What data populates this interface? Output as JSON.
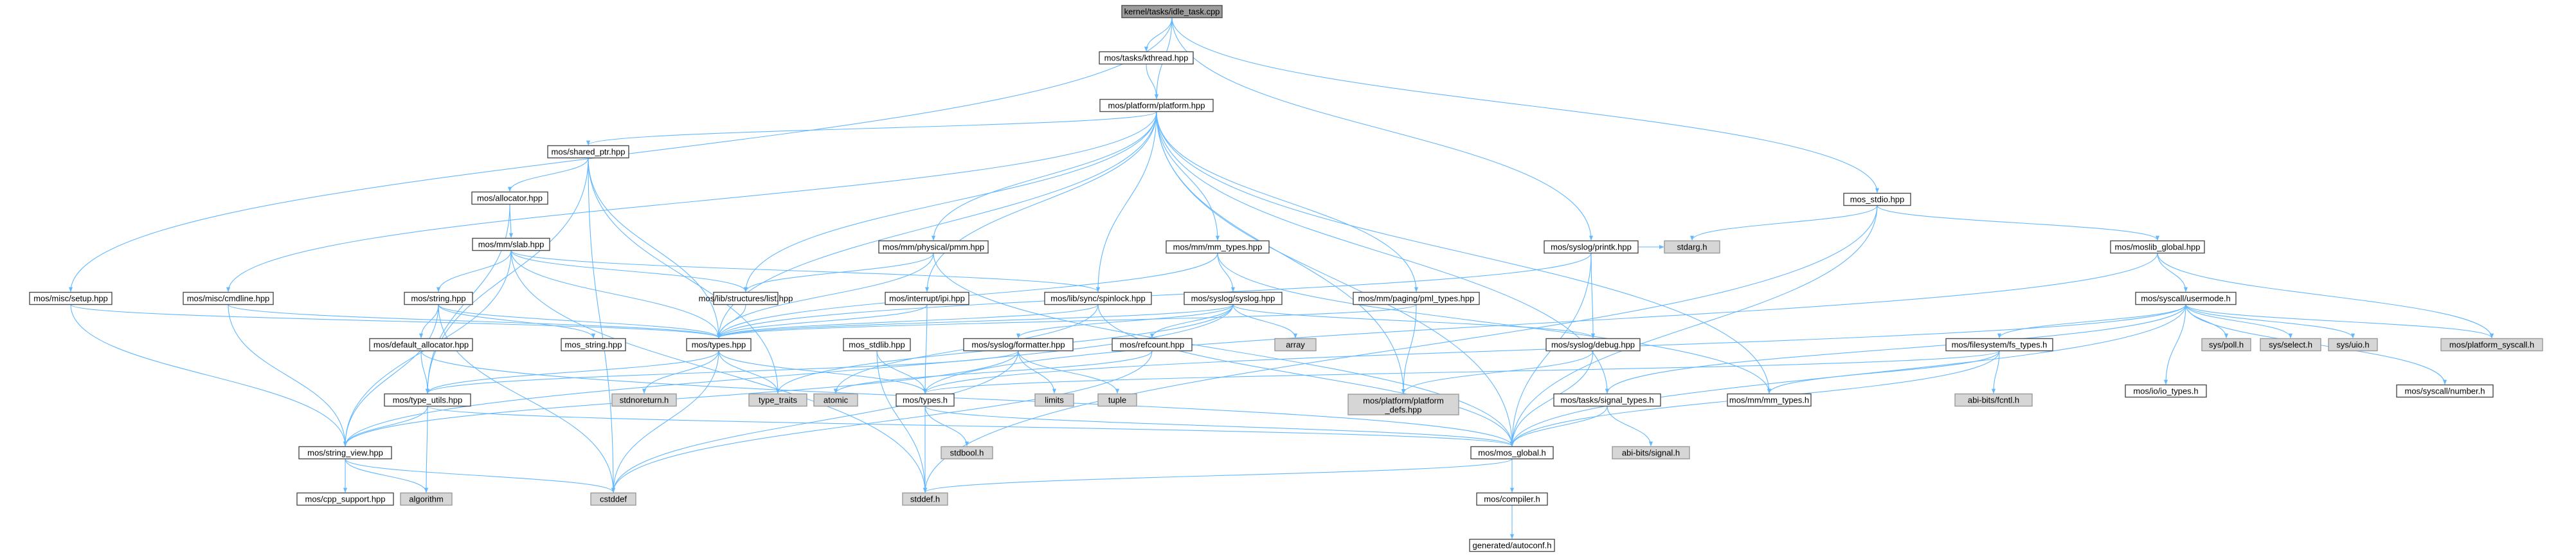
{
  "diagram": {
    "title": "",
    "nodes": [
      {
        "id": "idle_task",
        "label": "kernel/tasks/idle_task.cpp",
        "type": "root"
      },
      {
        "id": "kthread",
        "label": "mos/tasks/kthread.hpp",
        "type": "file"
      },
      {
        "id": "platform",
        "label": "mos/platform/platform.hpp",
        "type": "file"
      },
      {
        "id": "shared_ptr",
        "label": "mos/shared_ptr.hpp",
        "type": "file"
      },
      {
        "id": "allocator",
        "label": "mos/allocator.hpp",
        "type": "file"
      },
      {
        "id": "slab",
        "label": "mos/mm/slab.hpp",
        "type": "file"
      },
      {
        "id": "cmdline",
        "label": "mos/misc/cmdline.hpp",
        "type": "file"
      },
      {
        "id": "setup",
        "label": "mos/misc/setup.hpp",
        "type": "file"
      },
      {
        "id": "string_hpp",
        "label": "mos/string.hpp",
        "type": "file"
      },
      {
        "id": "default_alloc",
        "label": "mos/default_allocator.hpp",
        "type": "file"
      },
      {
        "id": "mos_string",
        "label": "mos_string.hpp",
        "type": "file"
      },
      {
        "id": "list",
        "label": "mos/lib/structures/list.hpp",
        "type": "file"
      },
      {
        "id": "pmm",
        "label": "mos/mm/physical/pmm.hpp",
        "type": "file"
      },
      {
        "id": "ipi",
        "label": "mos/interrupt/ipi.hpp",
        "type": "file"
      },
      {
        "id": "mm_types_hpp",
        "label": "mos/mm/mm_types.hpp",
        "type": "file"
      },
      {
        "id": "spinlock",
        "label": "mos/lib/sync/spinlock.hpp",
        "type": "file"
      },
      {
        "id": "syslog",
        "label": "mos/syslog/syslog.hpp",
        "type": "file"
      },
      {
        "id": "pml_types",
        "label": "mos/mm/paging/pml_types.hpp",
        "type": "file"
      },
      {
        "id": "printk",
        "label": "mos/syslog/printk.hpp",
        "type": "file"
      },
      {
        "id": "mos_stdio",
        "label": "mos_stdio.hpp",
        "type": "file"
      },
      {
        "id": "moslib_global",
        "label": "mos/moslib_global.hpp",
        "type": "file"
      },
      {
        "id": "usermode",
        "label": "mos/syscall/usermode.h",
        "type": "file"
      },
      {
        "id": "types_hpp",
        "label": "mos/types.hpp",
        "type": "file"
      },
      {
        "id": "mos_stdlib",
        "label": "mos_stdlib.hpp",
        "type": "file"
      },
      {
        "id": "formatter",
        "label": "mos/syslog/formatter.hpp",
        "type": "file"
      },
      {
        "id": "refcount",
        "label": "mos/refcount.hpp",
        "type": "file"
      },
      {
        "id": "debug",
        "label": "mos/syslog/debug.hpp",
        "type": "file"
      },
      {
        "id": "fs_types",
        "label": "mos/filesystem/fs_types.h",
        "type": "file"
      },
      {
        "id": "io_types",
        "label": "mos/io/io_types.h",
        "type": "file"
      },
      {
        "id": "syscall_number",
        "label": "mos/syscall/number.h",
        "type": "file"
      },
      {
        "id": "type_utils",
        "label": "mos/type_utils.hpp",
        "type": "file"
      },
      {
        "id": "types_h",
        "label": "mos/types.h",
        "type": "file"
      },
      {
        "id": "signal_types",
        "label": "mos/tasks/signal_types.h",
        "type": "file"
      },
      {
        "id": "mm_types_h",
        "label": "mos/mm/mm_types.h",
        "type": "file"
      },
      {
        "id": "string_view",
        "label": "mos/string_view.hpp",
        "type": "file"
      },
      {
        "id": "mos_global",
        "label": "mos/mos_global.h",
        "type": "file"
      },
      {
        "id": "cpp_support",
        "label": "mos/cpp_support.hpp",
        "type": "file"
      },
      {
        "id": "compiler",
        "label": "mos/compiler.h",
        "type": "file"
      },
      {
        "id": "autoconf",
        "label": "generated/autoconf.h",
        "type": "file"
      },
      {
        "id": "stdarg",
        "label": "stdarg.h",
        "type": "external"
      },
      {
        "id": "array",
        "label": "array",
        "type": "external"
      },
      {
        "id": "stdnoreturn",
        "label": "stdnoreturn.h",
        "type": "external"
      },
      {
        "id": "type_traits",
        "label": "type_traits",
        "type": "external"
      },
      {
        "id": "atomic",
        "label": "atomic",
        "type": "external"
      },
      {
        "id": "limits",
        "label": "limits",
        "type": "external"
      },
      {
        "id": "tuple",
        "label": "tuple",
        "type": "external"
      },
      {
        "id": "platform_defs",
        "label": "mos/platform/platform_defs.hpp",
        "label_lines": [
          "mos/platform/platform",
          "_defs.hpp"
        ],
        "type": "external"
      },
      {
        "id": "abi_fcntl",
        "label": "abi-bits/fcntl.h",
        "type": "external"
      },
      {
        "id": "abi_signal",
        "label": "abi-bits/signal.h",
        "type": "external"
      },
      {
        "id": "stdbool",
        "label": "stdbool.h",
        "type": "external"
      },
      {
        "id": "stddef",
        "label": "stddef.h",
        "type": "external"
      },
      {
        "id": "cstddef",
        "label": "cstddef",
        "type": "external"
      },
      {
        "id": "algorithm",
        "label": "algorithm",
        "type": "external"
      },
      {
        "id": "sys_poll",
        "label": "sys/poll.h",
        "type": "external"
      },
      {
        "id": "sys_select",
        "label": "sys/select.h",
        "type": "external"
      },
      {
        "id": "sys_uio",
        "label": "sys/uio.h",
        "type": "external"
      },
      {
        "id": "platform_syscall",
        "label": "mos/platform_syscall.h",
        "type": "external"
      }
    ],
    "edges": [
      [
        "idle_task",
        "kthread"
      ],
      [
        "idle_task",
        "platform"
      ],
      [
        "idle_task",
        "setup"
      ],
      [
        "idle_task",
        "printk"
      ],
      [
        "idle_task",
        "mos_stdio"
      ],
      [
        "kthread",
        "platform"
      ],
      [
        "platform",
        "shared_ptr"
      ],
      [
        "platform",
        "cmdline"
      ],
      [
        "platform",
        "list"
      ],
      [
        "platform",
        "pmm"
      ],
      [
        "platform",
        "ipi"
      ],
      [
        "platform",
        "mm_types_hpp"
      ],
      [
        "platform",
        "spinlock"
      ],
      [
        "platform",
        "pml_types"
      ],
      [
        "platform",
        "types_hpp"
      ],
      [
        "platform",
        "platform_defs"
      ],
      [
        "platform",
        "signal_types"
      ],
      [
        "platform",
        "mm_types_h"
      ],
      [
        "platform",
        "mos_global"
      ],
      [
        "shared_ptr",
        "allocator"
      ],
      [
        "shared_ptr",
        "types_hpp"
      ],
      [
        "shared_ptr",
        "type_utils"
      ],
      [
        "shared_ptr",
        "type_traits"
      ],
      [
        "shared_ptr",
        "cstddef"
      ],
      [
        "allocator",
        "slab"
      ],
      [
        "allocator",
        "type_utils"
      ],
      [
        "slab",
        "string_hpp"
      ],
      [
        "slab",
        "list"
      ],
      [
        "slab",
        "spinlock"
      ],
      [
        "slab",
        "types_hpp"
      ],
      [
        "slab",
        "string_view"
      ],
      [
        "slab",
        "stddef"
      ],
      [
        "cmdline",
        "types_hpp"
      ],
      [
        "cmdline",
        "string_view"
      ],
      [
        "setup",
        "types_hpp"
      ],
      [
        "setup",
        "string_view"
      ],
      [
        "string_hpp",
        "default_alloc"
      ],
      [
        "string_hpp",
        "mos_string"
      ],
      [
        "string_hpp",
        "types_hpp"
      ],
      [
        "string_hpp",
        "string_view"
      ],
      [
        "string_hpp",
        "cstddef"
      ],
      [
        "default_alloc",
        "type_utils"
      ],
      [
        "default_alloc",
        "mos_global"
      ],
      [
        "list",
        "types_hpp"
      ],
      [
        "pmm",
        "list"
      ],
      [
        "pmm",
        "types_hpp"
      ],
      [
        "pmm",
        "mos_global"
      ],
      [
        "ipi",
        "types_hpp"
      ],
      [
        "ipi",
        "types_h"
      ],
      [
        "mm_types_hpp",
        "syslog"
      ],
      [
        "mm_types_hpp",
        "types_hpp"
      ],
      [
        "mm_types_hpp",
        "mm_types_h"
      ],
      [
        "spinlock",
        "types_hpp"
      ],
      [
        "spinlock",
        "mos_global"
      ],
      [
        "spinlock",
        "atomic"
      ],
      [
        "syslog",
        "array"
      ],
      [
        "syslog",
        "formatter"
      ],
      [
        "syslog",
        "refcount"
      ],
      [
        "syslog",
        "debug"
      ],
      [
        "syslog",
        "types_hpp"
      ],
      [
        "syslog",
        "type_traits"
      ],
      [
        "syslog",
        "string_view"
      ],
      [
        "pml_types",
        "types_hpp"
      ],
      [
        "pml_types",
        "platform_defs"
      ],
      [
        "printk",
        "stdarg"
      ],
      [
        "printk",
        "debug"
      ],
      [
        "printk",
        "types_hpp"
      ],
      [
        "printk",
        "mos_global"
      ],
      [
        "mos_stdio",
        "moslib_global"
      ],
      [
        "mos_stdio",
        "stdarg"
      ],
      [
        "mos_stdio",
        "mos_global"
      ],
      [
        "mos_stdio",
        "stddef"
      ],
      [
        "moslib_global",
        "usermode"
      ],
      [
        "moslib_global",
        "platform_syscall"
      ],
      [
        "moslib_global",
        "types_h"
      ],
      [
        "usermode",
        "fs_types"
      ],
      [
        "usermode",
        "io_types"
      ],
      [
        "usermode",
        "syscall_number"
      ],
      [
        "usermode",
        "sys_poll"
      ],
      [
        "usermode",
        "sys_select"
      ],
      [
        "usermode",
        "sys_uio"
      ],
      [
        "usermode",
        "platform_syscall"
      ],
      [
        "usermode",
        "signal_types"
      ],
      [
        "usermode",
        "mos_global"
      ],
      [
        "usermode",
        "types_h"
      ],
      [
        "types_hpp",
        "stdnoreturn"
      ],
      [
        "types_hpp",
        "type_traits"
      ],
      [
        "types_hpp",
        "types_h"
      ],
      [
        "types_hpp",
        "type_utils"
      ],
      [
        "types_hpp",
        "cstddef"
      ],
      [
        "mos_stdlib",
        "types_h"
      ],
      [
        "mos_stdlib",
        "stddef"
      ],
      [
        "formatter",
        "limits"
      ],
      [
        "formatter",
        "tuple"
      ],
      [
        "formatter",
        "type_utils"
      ],
      [
        "formatter",
        "string_view"
      ],
      [
        "formatter",
        "cstddef"
      ],
      [
        "refcount",
        "atomic"
      ],
      [
        "refcount",
        "cstddef"
      ],
      [
        "debug",
        "platform_defs"
      ],
      [
        "debug",
        "mos_global"
      ],
      [
        "fs_types",
        "abi_fcntl"
      ],
      [
        "fs_types",
        "types_h"
      ],
      [
        "fs_types",
        "mm_types_h"
      ],
      [
        "fs_types",
        "mos_global"
      ],
      [
        "type_utils",
        "string_view"
      ],
      [
        "type_utils",
        "algorithm"
      ],
      [
        "type_utils",
        "mos_global"
      ],
      [
        "types_h",
        "stdbool"
      ],
      [
        "types_h",
        "stddef"
      ],
      [
        "types_h",
        "mos_global"
      ],
      [
        "signal_types",
        "abi_signal"
      ],
      [
        "signal_types",
        "mos_global"
      ],
      [
        "string_view",
        "cpp_support"
      ],
      [
        "string_view",
        "algorithm"
      ],
      [
        "string_view",
        "cstddef"
      ],
      [
        "mos_global",
        "compiler"
      ],
      [
        "mos_global",
        "stddef"
      ],
      [
        "compiler",
        "autoconf"
      ]
    ]
  }
}
